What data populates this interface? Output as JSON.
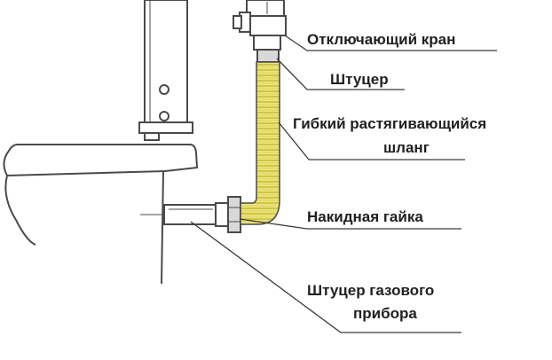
{
  "labels": {
    "valve": "Отключающий кран",
    "fitting": "Штуцер",
    "hose_line1": "Гибкий растягивающийся",
    "hose_line2": "шланг",
    "nut": "Накидная гайка",
    "appliance_line1": "Штуцер газового",
    "appliance_line2": "прибора"
  },
  "colors": {
    "line": "#4a4a4a",
    "hose_fill": "#ece47a",
    "hose_rib": "#c9bf3c",
    "text": "#202020",
    "fitting_fill": "#d8d8d8"
  }
}
